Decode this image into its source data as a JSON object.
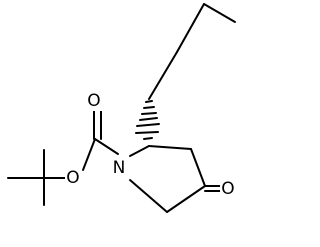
{
  "atoms": {
    "nitrogen": "N",
    "ester_oxygen": "O",
    "carbonyl_oxygen": "O",
    "ketone_oxygen": "O"
  },
  "stereo": {
    "wedge": "hashed"
  }
}
